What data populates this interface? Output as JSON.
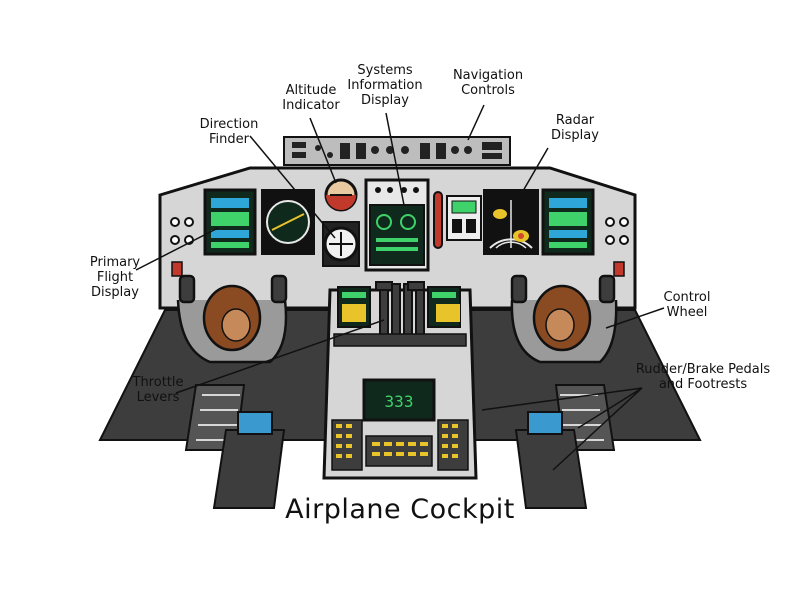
{
  "title": "Airplane Cockpit",
  "labels": {
    "systems_information_display": [
      "Systems",
      "Information",
      "Display"
    ],
    "navigation_controls": [
      "Navigation",
      "Controls"
    ],
    "altitude_indicator": [
      "Altitude",
      "Indicator"
    ],
    "radar_display": [
      "Radar",
      "Display"
    ],
    "direction_finder": [
      "Direction",
      "Finder"
    ],
    "primary_flight_display": [
      "Primary",
      "Flight",
      "Display"
    ],
    "control_wheel": [
      "Control",
      "Wheel"
    ],
    "throttle_levers": [
      "Throttle",
      "Levers"
    ],
    "rudder_brake_pedals": [
      "Rudder/Brake Pedals",
      "and Footrests"
    ]
  },
  "pfd_readout": "333",
  "colors": {
    "outline": "#111111",
    "panel_light": "#d6d6d6",
    "panel_mid": "#a9a9a9",
    "floor": "#3d3d3d",
    "screen": "#0f2a1c",
    "screen_green": "#3fd26a",
    "screen_blue": "#2ea6d8",
    "radar_yellow": "#e8c32a",
    "radar_red": "#d04a2a",
    "pilot_hair": "#8a4a22",
    "pilot_shirt": "#9a9a9a",
    "pedal_blue": "#3a9ad0"
  }
}
